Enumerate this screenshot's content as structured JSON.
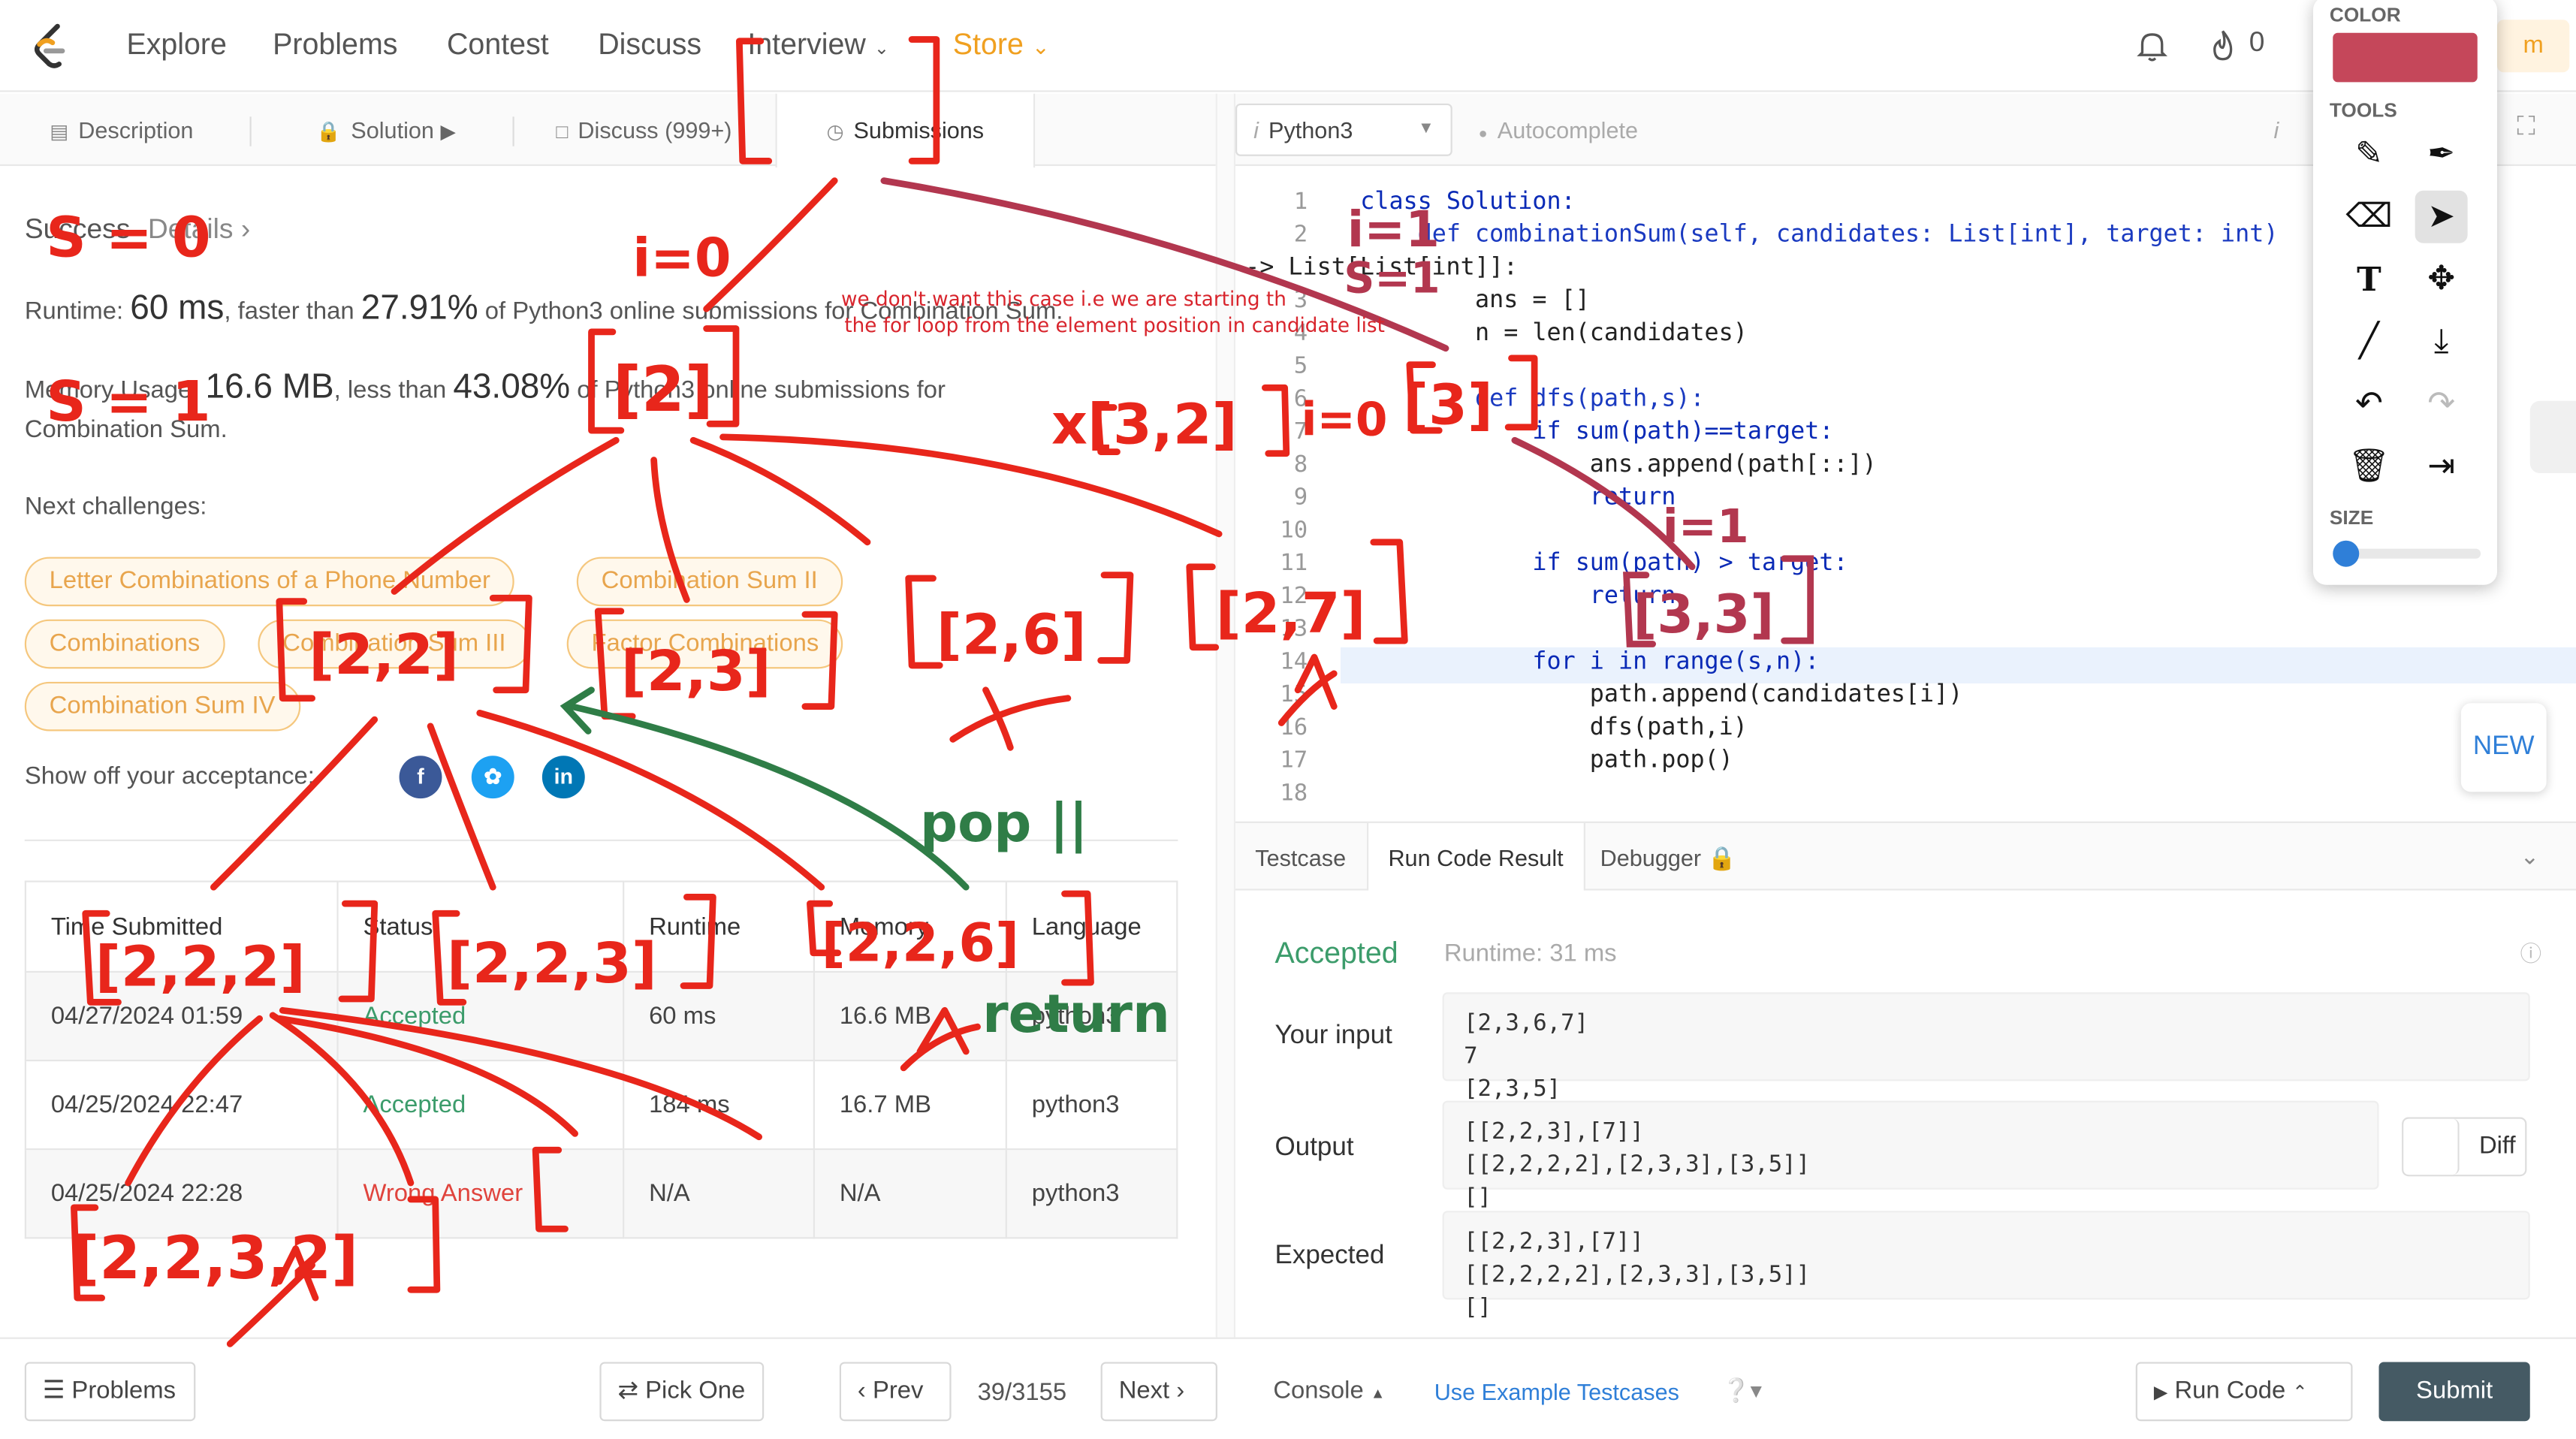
{
  "nav": {
    "items": [
      "Explore",
      "Problems",
      "Contest",
      "Discuss",
      "Interview",
      "Store"
    ],
    "fire_count": "0"
  },
  "left_tabs": [
    "Description",
    "Solution",
    "Discuss (999+)",
    "Submissions"
  ],
  "result": {
    "status_link": "Success",
    "details_link": "Details",
    "runtime_label": "Runtime:",
    "runtime_value": "60 ms",
    "runtime_faster": ", faster than",
    "runtime_pct": "27.91%",
    "runtime_tail": "of Python3 online submissions for Combination Sum.",
    "memory_label": "Memory Usage:",
    "memory_value": "16.6 MB",
    "memory_less": ", less than",
    "memory_pct": "43.08%",
    "memory_tail": "of Python3 online submissions for",
    "memory_tail2": "Combination Sum.",
    "next_label": "Next challenges:",
    "challenges": [
      "Letter Combinations of a Phone Number",
      "Combination Sum II",
      "Combinations",
      "Combination Sum III",
      "Factor Combinations",
      "Combination Sum IV"
    ],
    "show_off": "Show off your acceptance:"
  },
  "table": {
    "headers": [
      "Time Submitted",
      "Status",
      "Runtime",
      "Memory",
      "Language"
    ],
    "rows": [
      [
        "04/27/2024 01:59",
        "Accepted",
        "60 ms",
        "16.6 MB",
        "python3"
      ],
      [
        "04/25/2024 22:47",
        "Accepted",
        "184 ms",
        "16.7 MB",
        "python3"
      ],
      [
        "04/25/2024 22:28",
        "Wrong Answer",
        "N/A",
        "N/A",
        "python3"
      ]
    ]
  },
  "bottom": {
    "problems": "Problems",
    "pick_one": "Pick One",
    "prev": "Prev",
    "page": "39/3155",
    "next": "Next",
    "console": "Console",
    "use_example": "Use Example Testcases",
    "run_code": "Run Code",
    "submit": "Submit"
  },
  "editor": {
    "language": "Python3",
    "autocomplete": "Autocomplete",
    "lines": [
      "class Solution:",
      "    def combinationSum(self, candidates: List[int], target: int)",
      "-> List[List[int]]:",
      "        ans = []",
      "        n = len(candidates)",
      "",
      "        def dfs(path,s):",
      "            if sum(path)==target:",
      "                ans.append(path[::])",
      "                return",
      "",
      "            if sum(path) > target:",
      "                return",
      "",
      "            for i in range(s,n):",
      "                path.append(candidates[i])",
      "                dfs(path,i)",
      "                path.pop()"
    ],
    "line_numbers": [
      "1",
      "2",
      "",
      "3",
      "4",
      "5",
      "6",
      "7",
      "8",
      "9",
      "10",
      "11",
      "12",
      "13",
      "14",
      "15",
      "16",
      "17",
      "18"
    ]
  },
  "console_tabs": [
    "Testcase",
    "Run Code Result",
    "Debugger"
  ],
  "console": {
    "status": "Accepted",
    "runtime": "Runtime: 31 ms",
    "input_label": "Your input",
    "input": "[2,3,6,7]\n7\n[2,3,5]",
    "output_label": "Output",
    "output": "[[2,2,3],[7]]\n[[2,2,2,2],[2,3,3],[3,5]]\n[]",
    "expected_label": "Expected",
    "expected": "[[2,2,3],[7]]\n[[2,2,2,2],[2,3,3],[3,5]]\n[]",
    "diff": "Diff",
    "new_badge": "NEW"
  },
  "palette": {
    "color_title": "COLOR",
    "tools_title": "TOOLS",
    "size_title": "SIZE",
    "selected_color": "#c5475a",
    "tools": [
      "pencil-icon",
      "marker-icon",
      "eraser-icon",
      "pointer-icon",
      "text-icon",
      "move-icon",
      "line-icon",
      "download-icon",
      "undo-icon",
      "redo-icon",
      "trash-icon",
      "exit-icon"
    ]
  },
  "annotations": {
    "note1": "we don't want this case i.e we are starting th",
    "note2": "the for loop from the element position in candidate list",
    "s0": "S = 0",
    "s1": "S = 1",
    "i0a": "i=0",
    "i1a": "i=1",
    "s1b": "S=1",
    "i0b": "i=0",
    "i1b": "i=1",
    "root": "[ ]",
    "n2": "[2]",
    "n3": "[3]",
    "x32": "x[3,2]",
    "n22": "[2,2]",
    "n23": "[2,3]",
    "n26": "[2,6]",
    "n27": "[2,7]",
    "n33": "[3,3]",
    "n222": "[2,2,2]",
    "n223": "[2,2,3]",
    "n226": "[2,2,6]",
    "n2232": "[2,2,3,2]",
    "pop": "pop ||",
    "ret": "return"
  }
}
